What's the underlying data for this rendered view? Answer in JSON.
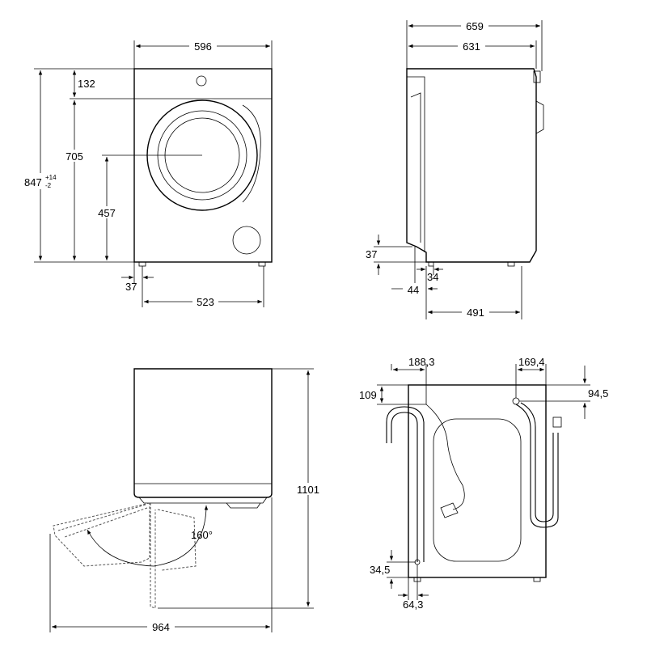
{
  "front": {
    "width": "596",
    "top_panel": "132",
    "door_center": "705",
    "height_main": "847",
    "height_tol_up": "+14",
    "height_tol_down": "-2",
    "floor_to_center": "457",
    "foot_offset": "37",
    "feet_span": "523"
  },
  "side": {
    "depth_total": "659",
    "depth_body": "631",
    "rear_drop": "37",
    "foot_inset": "34",
    "rear_offset": "44",
    "foot_depth": "491"
  },
  "door_open": {
    "total_height": "1101",
    "total_depth": "964",
    "angle": "160°"
  },
  "rear": {
    "left_offset": "188,3",
    "right_offset": "169,4",
    "top_drop_left": "109",
    "top_drop_right": "94,5",
    "bottom_height": "34,5",
    "bottom_offset": "64,3"
  }
}
